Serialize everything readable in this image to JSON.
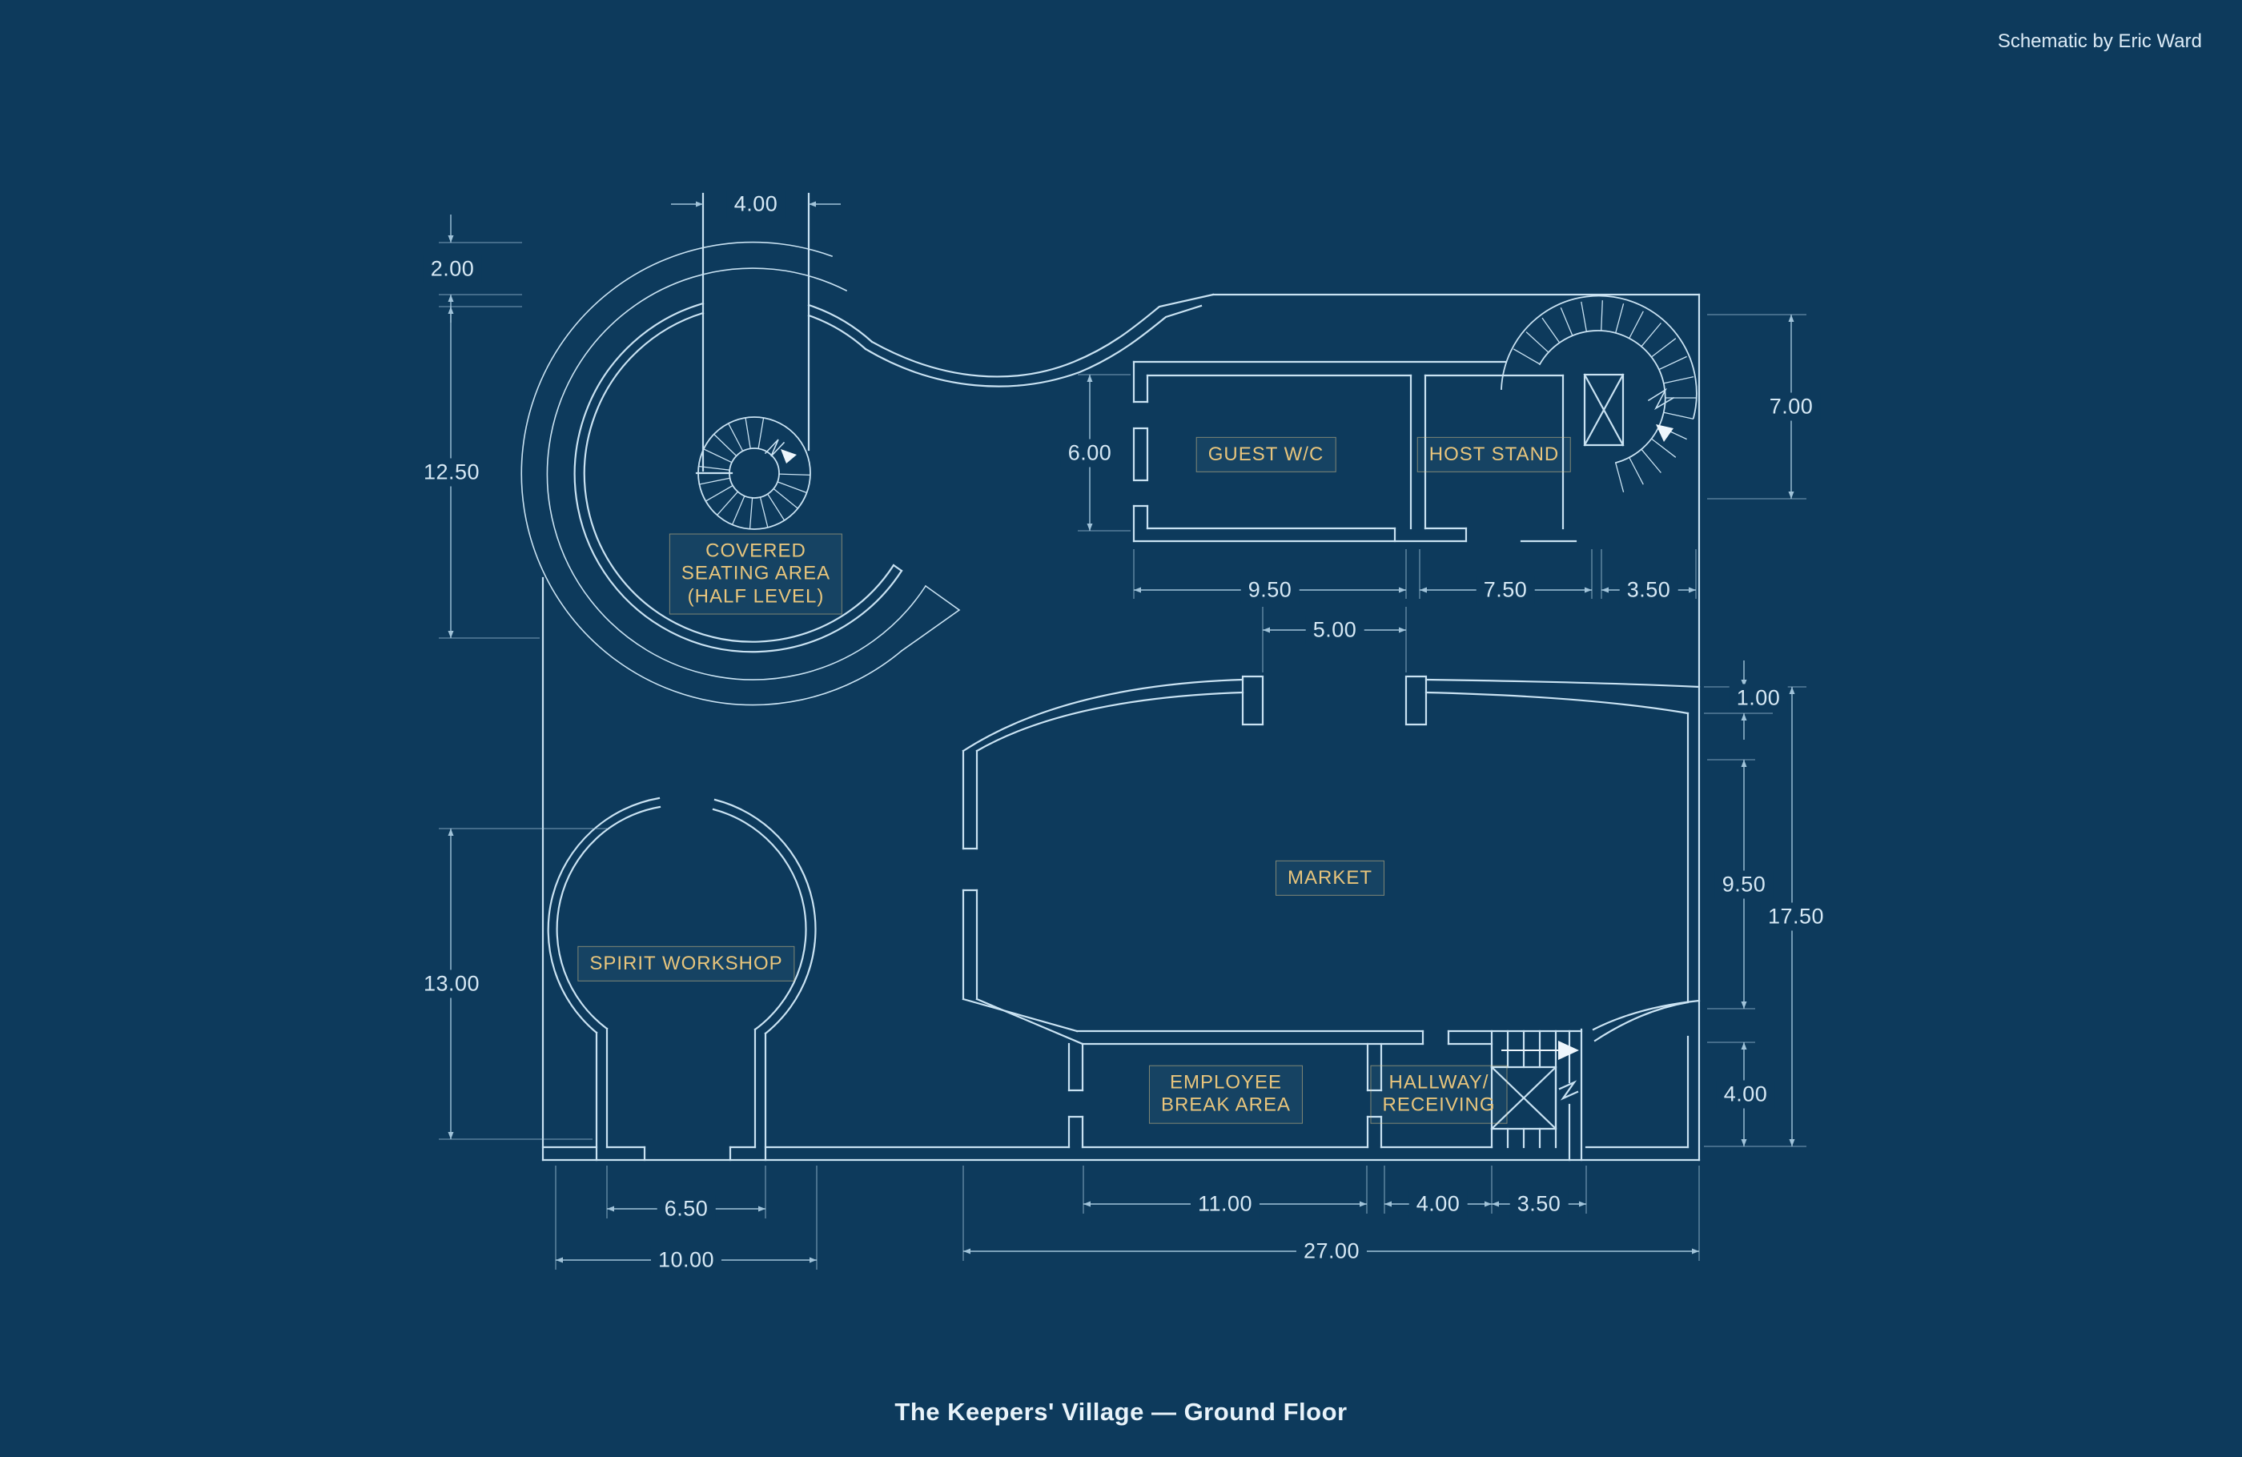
{
  "meta": {
    "credit": "Schematic by Eric Ward",
    "title": "The Keepers' Village — Ground Floor"
  },
  "colors": {
    "background": "#0d3a5c",
    "wall_line": "#c9e2f2",
    "dimension_line": "#a9cbe0",
    "label_gold": "#e8c57c",
    "dimension_text": "#d7e9f5"
  },
  "rooms": {
    "covered_seating": {
      "lines": [
        "COVERED",
        "SEATING AREA",
        "(HALF LEVEL)"
      ]
    },
    "guest_wc": {
      "label": "GUEST W/C"
    },
    "host_stand": {
      "label": "HOST STAND"
    },
    "market": {
      "label": "MARKET"
    },
    "spirit_workshop": {
      "label": "SPIRIT WORKSHOP"
    },
    "employee_break": {
      "lines": [
        "EMPLOYEE",
        "BREAK AREA"
      ]
    },
    "hallway": {
      "lines": [
        "HALLWAY/",
        "RECEIVING"
      ]
    }
  },
  "dimensions": {
    "bridge_width": "4.00",
    "left_offset": "2.00",
    "left_upper": "12.50",
    "left_lower": "13.00",
    "wc_height": "6.00",
    "wc_width": "9.50",
    "host_width": "7.50",
    "stair_top_width": "3.50",
    "market_door": "5.00",
    "right_upper": "7.00",
    "wall_thickness": "1.00",
    "market_height": "9.50",
    "right_total": "17.50",
    "right_lower": "4.00",
    "workshop_door": "6.50",
    "workshop_width": "10.00",
    "break_width": "11.00",
    "hall_width": "4.00",
    "stair_bottom_width": "3.50",
    "overall_width": "27.00"
  }
}
